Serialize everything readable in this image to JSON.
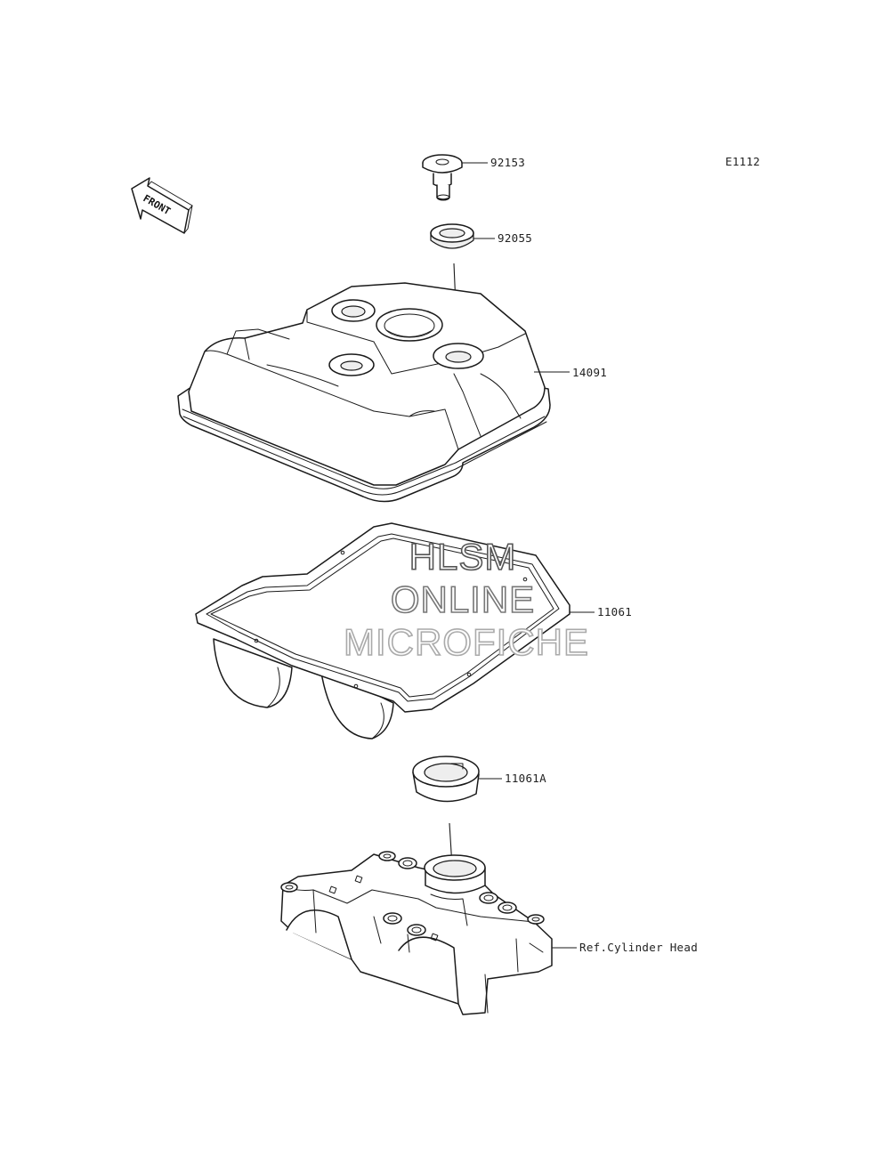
{
  "diagram": {
    "code": "E1112",
    "direction_label": "FRONT",
    "parts": [
      {
        "id": "92153",
        "label": "92153"
      },
      {
        "id": "92055",
        "label": "92055"
      },
      {
        "id": "14091",
        "label": "14091"
      },
      {
        "id": "11061",
        "label": "11061"
      },
      {
        "id": "11061A",
        "label": "11061A"
      },
      {
        "id": "ref",
        "label": "Ref.Cylinder Head"
      }
    ]
  },
  "watermark": {
    "line1": "HLSM",
    "line2": "ONLINE",
    "line3": "MICROFICHE",
    "color1": "#555555",
    "color2": "#777777",
    "color3": "#aaaaaa"
  }
}
